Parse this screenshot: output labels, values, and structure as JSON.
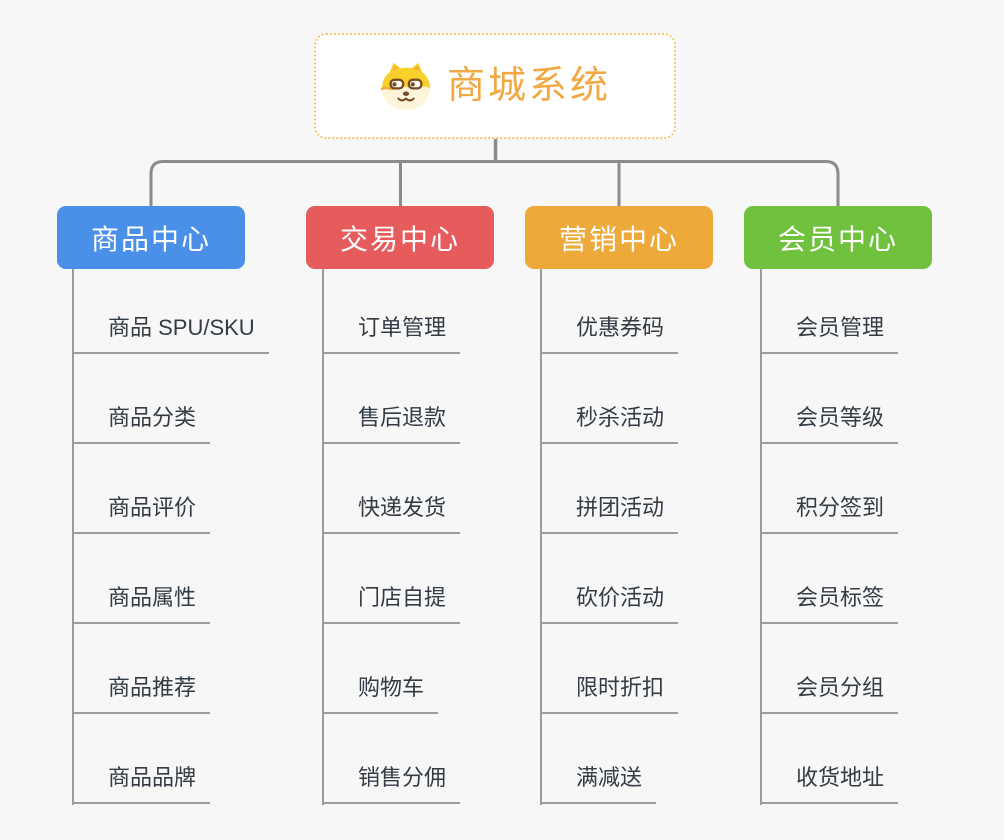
{
  "colors": {
    "background": "#f7f7f7",
    "connector": "#8b8b8b",
    "underline": "#9c9c9c",
    "child_text": "#333b44",
    "root_accent": "#f1a843",
    "root_border": "#f3c573"
  },
  "root": {
    "title": "商城系统",
    "icon": "shiba-dog-face-icon"
  },
  "branches": [
    {
      "label": "商品中心",
      "color": "#4a90e8",
      "children": [
        "商品 SPU/SKU",
        "商品分类",
        "商品评价",
        "商品属性",
        "商品推荐",
        "商品品牌"
      ]
    },
    {
      "label": "交易中心",
      "color": "#e65c5c",
      "children": [
        "订单管理",
        "售后退款",
        "快递发货",
        "门店自提",
        "购物车",
        "销售分佣"
      ]
    },
    {
      "label": "营销中心",
      "color": "#eda93a",
      "children": [
        "优惠券码",
        "秒杀活动",
        "拼团活动",
        "砍价活动",
        "限时折扣",
        "满减送"
      ]
    },
    {
      "label": "会员中心",
      "color": "#6fc13e",
      "children": [
        "会员管理",
        "会员等级",
        "积分签到",
        "会员标签",
        "会员分组",
        "收货地址"
      ]
    }
  ]
}
